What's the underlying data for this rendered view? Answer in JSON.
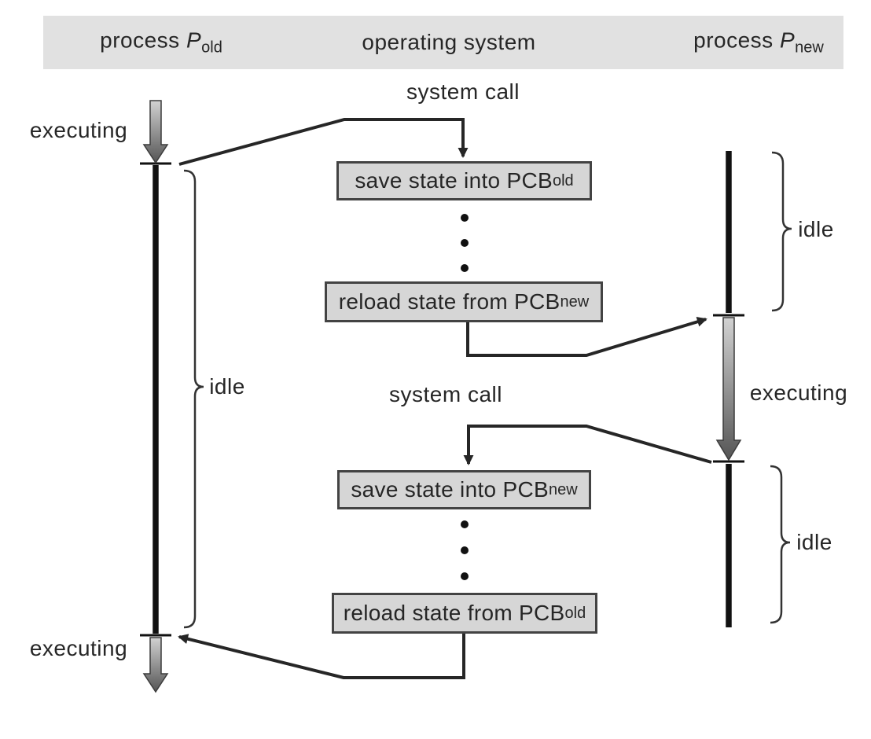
{
  "header": {
    "columns": [
      {
        "text": "process ",
        "var": "P",
        "sub": "old"
      },
      {
        "text": "operating system",
        "var": "",
        "sub": ""
      },
      {
        "text": "process ",
        "var": "P",
        "sub": "new"
      }
    ]
  },
  "os_flow": {
    "system_call_top": "system call",
    "system_call_bottom": "system call",
    "boxes": [
      {
        "text": "save state into PCB",
        "sub": "old"
      },
      {
        "text": "reload state from PCB",
        "sub": "new"
      },
      {
        "text": "save state into PCB",
        "sub": "new"
      },
      {
        "text": "reload state from PCB",
        "sub": "old"
      }
    ]
  },
  "timelines": {
    "old": {
      "executing_top": "executing",
      "idle": "idle",
      "executing_bottom": "executing"
    },
    "new": {
      "idle_top": "idle",
      "executing": "executing",
      "idle_bottom": "idle"
    }
  },
  "colors": {
    "header_bg": "#e1e1e1",
    "box_fill": "#d6d6d6",
    "box_border": "#434343",
    "line": "#262626",
    "timeline": "#111111",
    "arrow_gradient_light": "#d2d2d2",
    "arrow_gradient_dark": "#555555",
    "text": "#262626"
  }
}
